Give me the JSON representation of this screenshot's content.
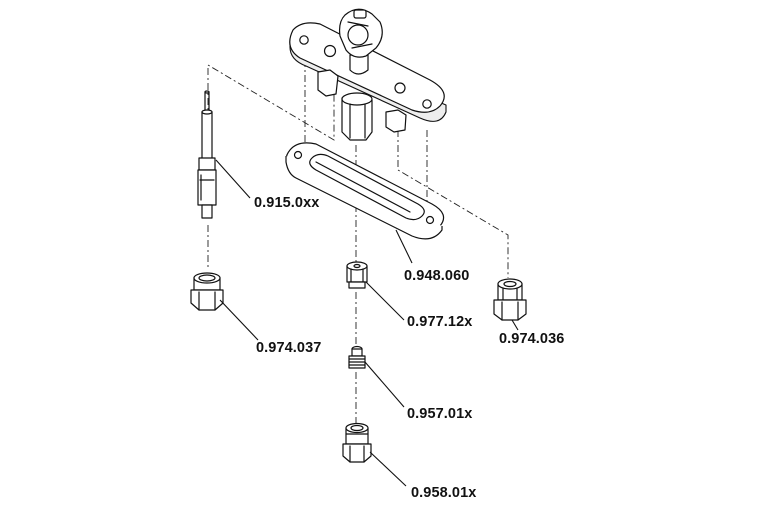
{
  "labels": {
    "electrode": "0.915.0xx",
    "gasket": "0.948.060",
    "nut_left": "0.974.037",
    "nipple": "0.977.12x",
    "nut_right": "0.974.036",
    "injector": "0.957.01x",
    "fitting": "0.958.01x"
  }
}
